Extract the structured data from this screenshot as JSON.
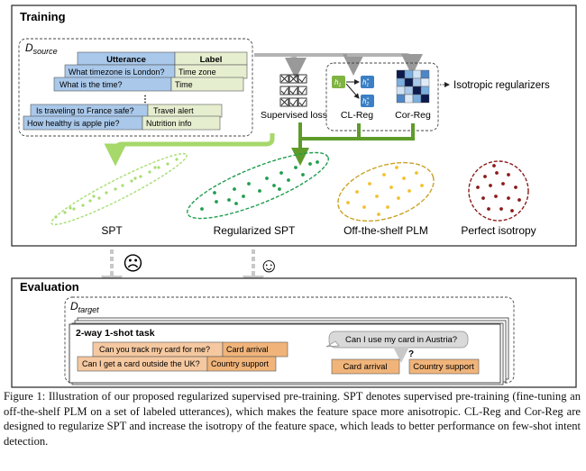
{
  "training": {
    "title": "Training",
    "source_label": "D",
    "source_sub": "source",
    "table": {
      "header_utterance": "Utterance",
      "header_label": "Label",
      "rows": [
        {
          "utterance": "What timezone is London?",
          "label": "Time zone"
        },
        {
          "utterance": "What is the time?",
          "label": "Time"
        },
        {
          "utterance": "Is traveling to France safe?",
          "label": "Travel alert"
        },
        {
          "utterance": "How healthy is apple pie?",
          "label": "Nutrition info"
        }
      ],
      "ellipsis": "⋮"
    },
    "supervised_loss": "Supervised loss",
    "cl_reg": "CL-Reg",
    "cor_reg": "Cor-Reg",
    "isotropic_regularizers": "Isotropic regularizers",
    "h1": "h",
    "h1_sub": "1",
    "h1p": "h",
    "h1p_sup": "+",
    "h1p_sub": "1",
    "h2p": "h",
    "h2p_sup": "+",
    "h2p_sub": "2",
    "spaces": {
      "spt": "SPT",
      "regularized": "Regularized SPT",
      "plm": "Off-the-shelf PLM",
      "iso": "Perfect isotropy"
    },
    "colors": {
      "spt": "#a7dd72",
      "regularized": "#1f9e4d",
      "plm": "#f2c12e",
      "iso": "#8b1a1a",
      "arrow_light": "#a6d86a",
      "arrow_dark": "#5e9b2a"
    }
  },
  "faces": {
    "sad": "☹",
    "happy": "☺"
  },
  "evaluation": {
    "title": "Evaluation",
    "target_label": "D",
    "target_sub": "target",
    "task_title": "2-way 1-shot task",
    "support": [
      {
        "utterance": "Can you track my card for me?",
        "label": "Card arrival"
      },
      {
        "utterance": "Can I get a card outside the UK?",
        "label": "Country support"
      }
    ],
    "query": "Can I use my card in Austria?",
    "question_mark": "?",
    "options": [
      "Card arrival",
      "Country support"
    ]
  },
  "caption": "Figure 1: Illustration of our proposed regularized supervised pre-training. SPT denotes supervised pre-training (fine-tuning an off-the-shelf PLM on a set of labeled utterances), which makes the feature space more anisotropic. CL-Reg and Cor-Reg are designed to regularize SPT and increase the isotropy of the feature space, which leads to better performance on few-shot intent detection."
}
